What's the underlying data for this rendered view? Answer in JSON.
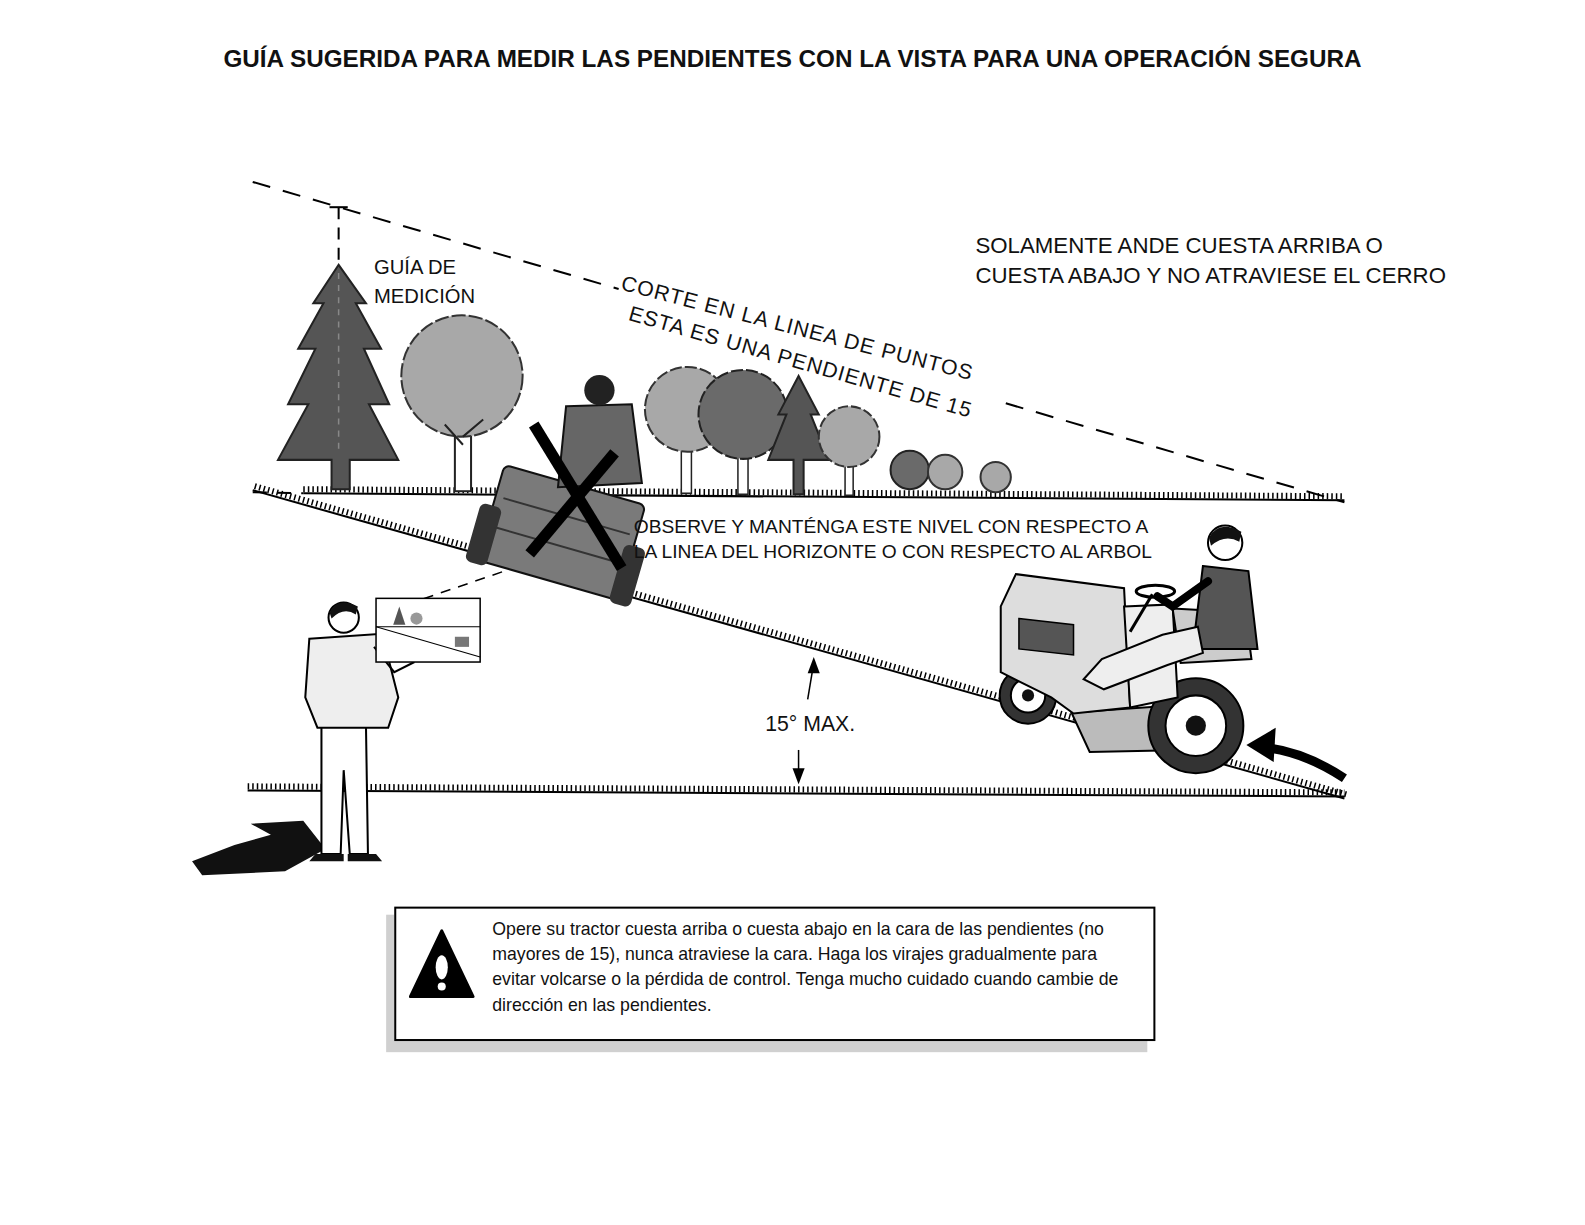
{
  "diagram": {
    "title": "GUÍA SUGERIDA PARA MEDIR LAS PENDIENTES CON LA VISTA PARA UNA OPERACIÓN SEGURA",
    "nodes": [
      {
        "text": [
          "Opere su tractor cuesta arriba o cuesta abajo en la cara de las pendientes (no mayores de 15), nunca atraviese la cara. Haga los virajes gradualmente para evitar volcarse o la pérdida de control. Tenga mucho cuidado cuando cambie de dirección en las pendientes."
        ]
      }
    ],
    "labels": [
      "GUÍA DE MEDICIÓN",
      "CORTE EN LA LINEA DE PUNTOS",
      "ESTA ES UNA PENDIENTE DE 15",
      "SOLAMENTE ANDE CUESTA ARRIBA O CUESTA ABAJO Y NO ATRAVIESE EL CERRO",
      "OBSERVE Y MANTÉNGA ESTE NIVEL CON RESPECTO A LA LINEA DEL HORIZONTE O CON RESPECTO AL ARBOL",
      "15° MAX."
    ]
  }
}
